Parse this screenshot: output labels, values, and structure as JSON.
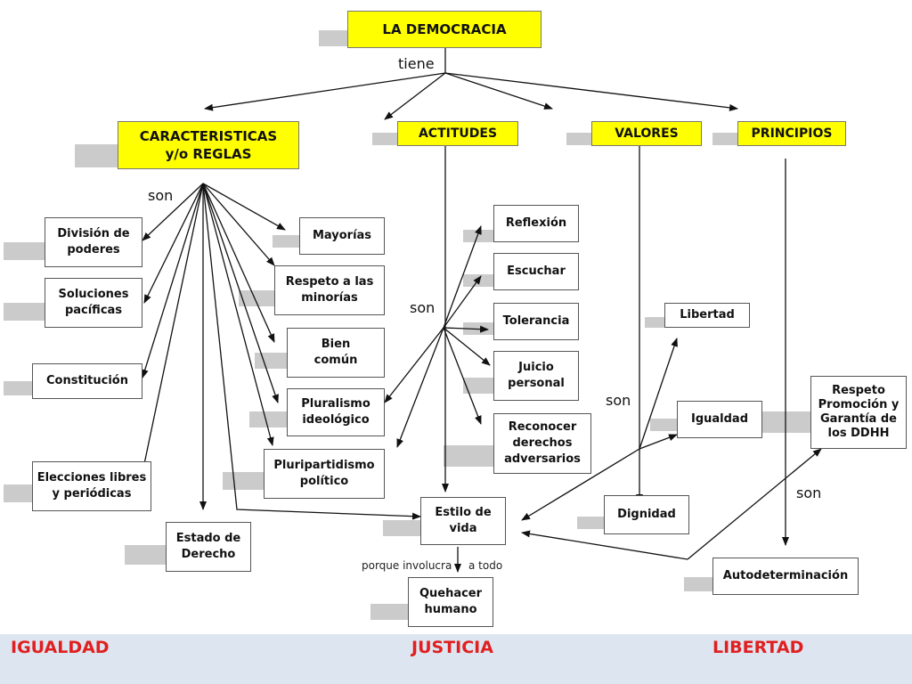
{
  "nodes": {
    "democracia": "LA DEMOCRACIA",
    "caracteristicas": "CARACTERISTICAS\ny/o REGLAS",
    "actitudes": "ACTITUDES",
    "valores": "VALORES",
    "principios": "PRINCIPIOS",
    "division": "División de\npoderes",
    "soluciones": "Soluciones\npacíficas",
    "constitucion": "Constitución",
    "elecciones": "Elecciones libres\ny periódicas",
    "estado": "Estado de\nDerecho",
    "mayorias": "Mayorías",
    "respeto_minorias": "Respeto a las\nminorías",
    "bien_comun": "Bien\ncomún",
    "pluralismo": "Pluralismo\nideológico",
    "pluripartidismo": "Pluripartidismo\npolítico",
    "reflexion": "Reflexión",
    "escuchar": "Escuchar",
    "tolerancia": "Tolerancia",
    "juicio": "Juicio\npersonal",
    "reconocer": "Reconocer\nderechos\nadversarios",
    "estilo": "Estilo de\nvida",
    "quehacer": "Quehacer\nhumano",
    "libertad_node": "Libertad",
    "igualdad_node": "Igualdad",
    "dignidad": "Dignidad",
    "respeto_ddhh": "Respeto\nPromoción y\nGarantía de\nlos DDHH",
    "autodeterminacion": "Autodeterminación"
  },
  "labels": {
    "tiene": "tiene",
    "son_caract": "son",
    "son_actitudes": "son",
    "son_valores": "son",
    "son_principios": "son",
    "porque_involucra": "porque involucra",
    "a_todo": "a todo"
  },
  "footer": {
    "igualdad": "IGUALDAD",
    "justicia": "JUSTICIA",
    "libertad": "LIBERTAD"
  },
  "colors": {
    "yellow": "#ffff00",
    "footer_bg": "#dde6f0",
    "footer_text": "#e02020"
  }
}
